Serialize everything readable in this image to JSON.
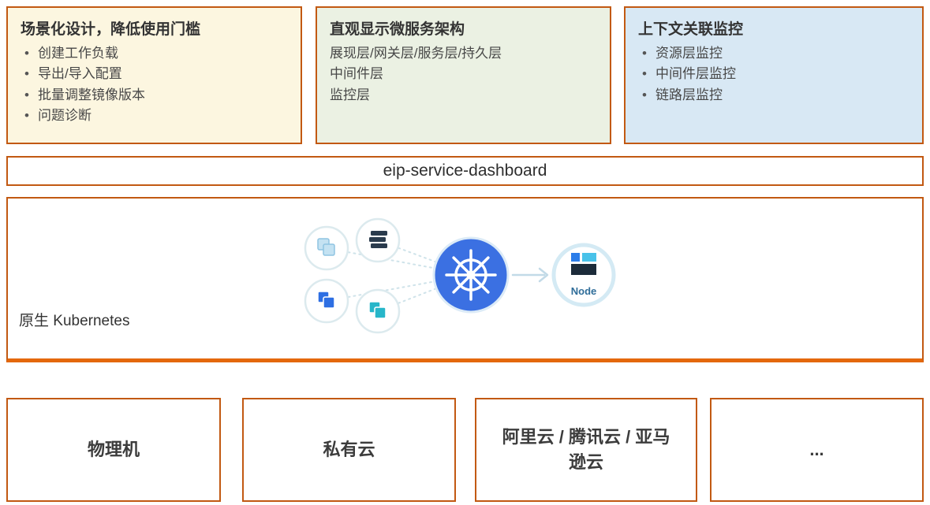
{
  "colors": {
    "border_orange": "#C25912",
    "accent_orange_line": "#E4680C",
    "feature1_bg": "#FCF6E0",
    "feature2_bg": "#EBF1E3",
    "feature3_bg": "#D8E8F4",
    "kubernetes_blue": "#3B70E2",
    "node_text_blue": "#2F6D99"
  },
  "feature_boxes": [
    {
      "title": "场景化设计，降低使用门槛",
      "items": [
        "创建工作负载",
        "导出/导入配置",
        "批量调整镜像版本",
        "问题诊断"
      ]
    },
    {
      "title": "直观显示微服务架构",
      "items": [
        "展现层/网关层/服务层/持久层",
        "中间件层",
        "监控层"
      ]
    },
    {
      "title": "上下文关联监控",
      "items": [
        "资源层监控",
        "中间件层监控",
        "链路层监控"
      ]
    }
  ],
  "dashboard": {
    "label": "eip-service-dashboard"
  },
  "platform": {
    "label": "原生 Kubernetes",
    "node_label": "Node"
  },
  "infrastructure_boxes": [
    {
      "label": "物理机"
    },
    {
      "label": "私有云"
    },
    {
      "label": "阿里云 / 腾讯云 / 亚马逊云"
    },
    {
      "label": "..."
    }
  ]
}
